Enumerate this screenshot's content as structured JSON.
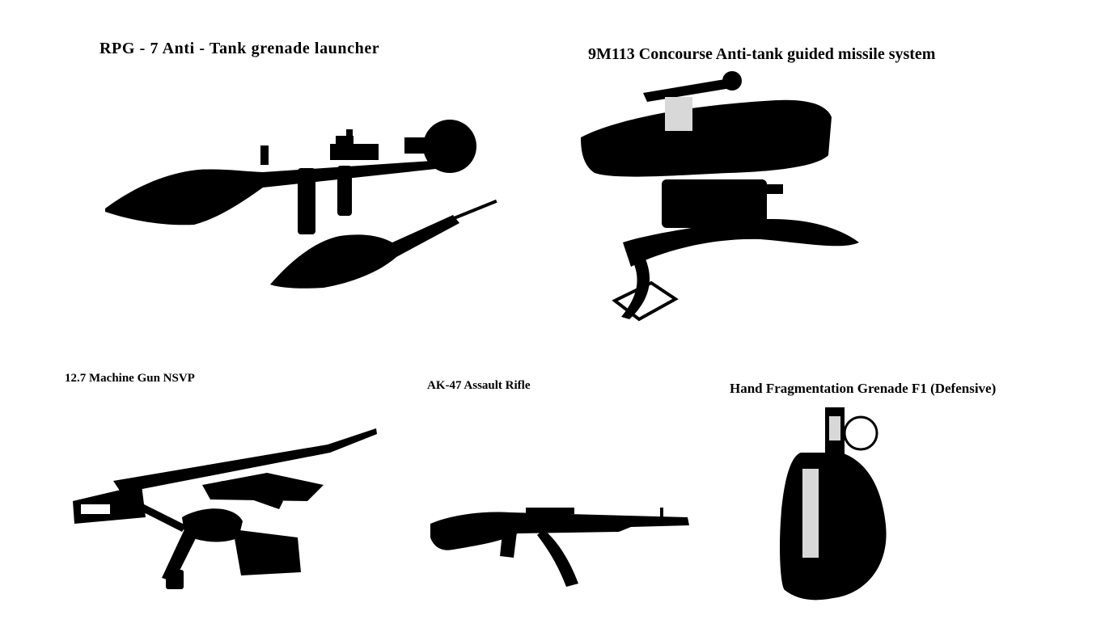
{
  "figure": {
    "items": [
      {
        "id": "rpg7",
        "caption": "RPG - 7 Anti - Tank grenade launcher"
      },
      {
        "id": "atgm",
        "caption": "9M113 Concourse Anti-tank guided missile system"
      },
      {
        "id": "nsvp",
        "caption": "12.7 Machine Gun NSVP"
      },
      {
        "id": "ak47",
        "caption": "AK-47 Assault Rifle"
      },
      {
        "id": "f1",
        "caption": "Hand Fragmentation Grenade F1 (Defensive)"
      }
    ],
    "colors": {
      "silhouette": "#000000",
      "background": "#ffffff",
      "highlight": "#d8d8d8"
    }
  }
}
